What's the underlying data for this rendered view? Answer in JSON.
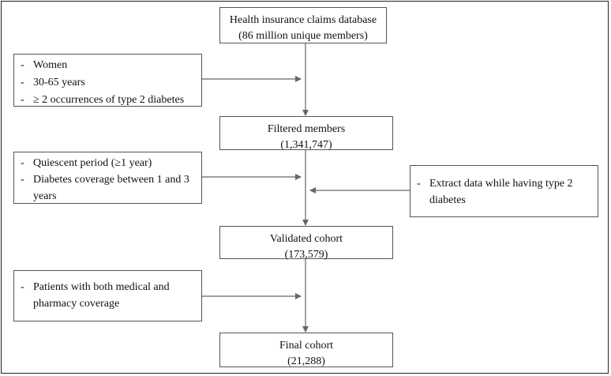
{
  "steps": [
    {
      "title": "Health insurance claims database",
      "subtitle": "(86 million unique members)"
    },
    {
      "title": "Filtered members",
      "subtitle": "(1,341,747)"
    },
    {
      "title": "Validated cohort",
      "subtitle": "(173,579)"
    },
    {
      "title": "Final cohort",
      "subtitle": "(21,288)"
    }
  ],
  "criteria": {
    "stage1": [
      "Women",
      "30-65 years",
      "≥ 2 occurrences of type 2 diabetes"
    ],
    "stage2": [
      "Quiescent period (≥1 year)",
      "Diabetes coverage between 1 and 3 years"
    ],
    "stage2_right": [
      "Extract data while having type 2 diabetes"
    ],
    "stage3": [
      "Patients with both medical and pharmacy coverage"
    ]
  },
  "colors": {
    "line": "#666666",
    "border": "#555555"
  }
}
